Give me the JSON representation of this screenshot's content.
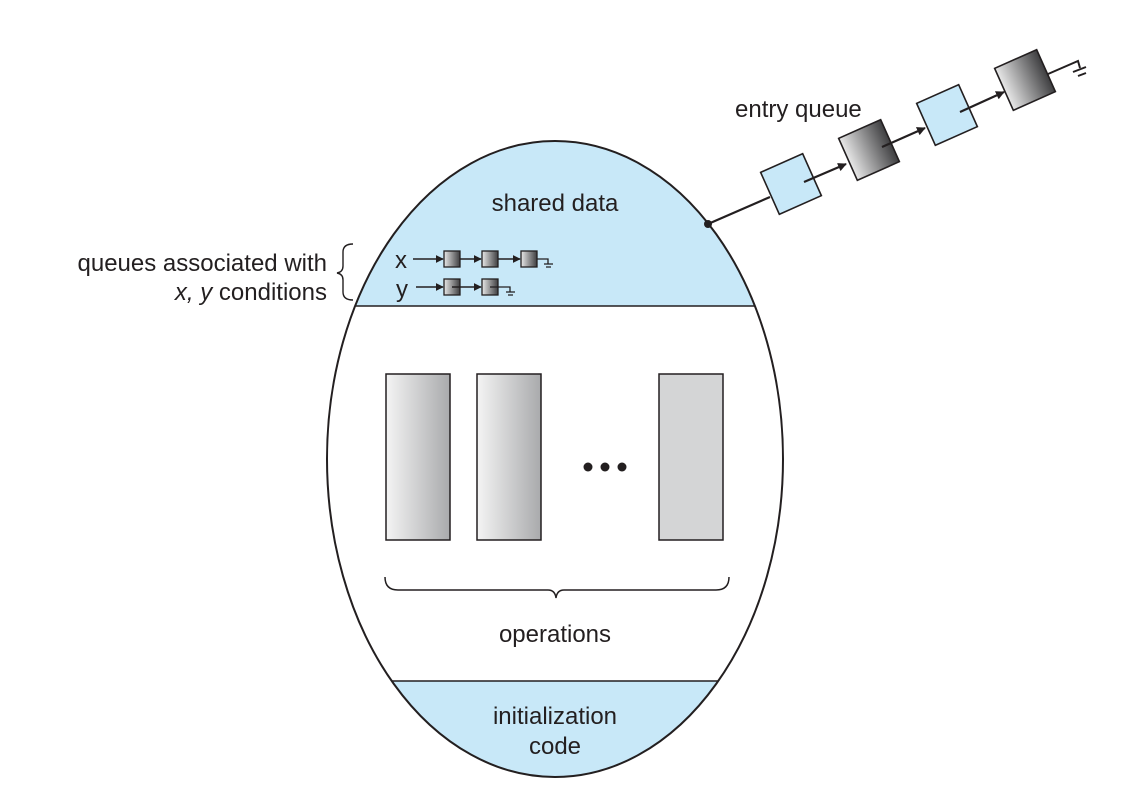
{
  "diagram": {
    "title": "Monitor with condition variables",
    "colors": {
      "region_fill": "#c8e8f8",
      "outline": "#231f20",
      "text": "#231f20",
      "gray_box": "#d4d5d6"
    },
    "regions": {
      "shared_data": "shared data",
      "operations": "operations",
      "initialization_line1": "initialization",
      "initialization_line2": "code"
    },
    "condition_queues": {
      "label_line1": "queues associated with",
      "label_line2_italic": "x, y",
      "label_line2_rest": " conditions",
      "queues": [
        {
          "name": "x",
          "length": 3
        },
        {
          "name": "y",
          "length": 2
        }
      ]
    },
    "entry_queue": {
      "label": "entry queue",
      "nodes": [
        "light",
        "dark",
        "light",
        "dark"
      ]
    },
    "operations": {
      "boxes": [
        "gradient",
        "gradient",
        "flat"
      ],
      "ellipsis": "•••"
    }
  }
}
